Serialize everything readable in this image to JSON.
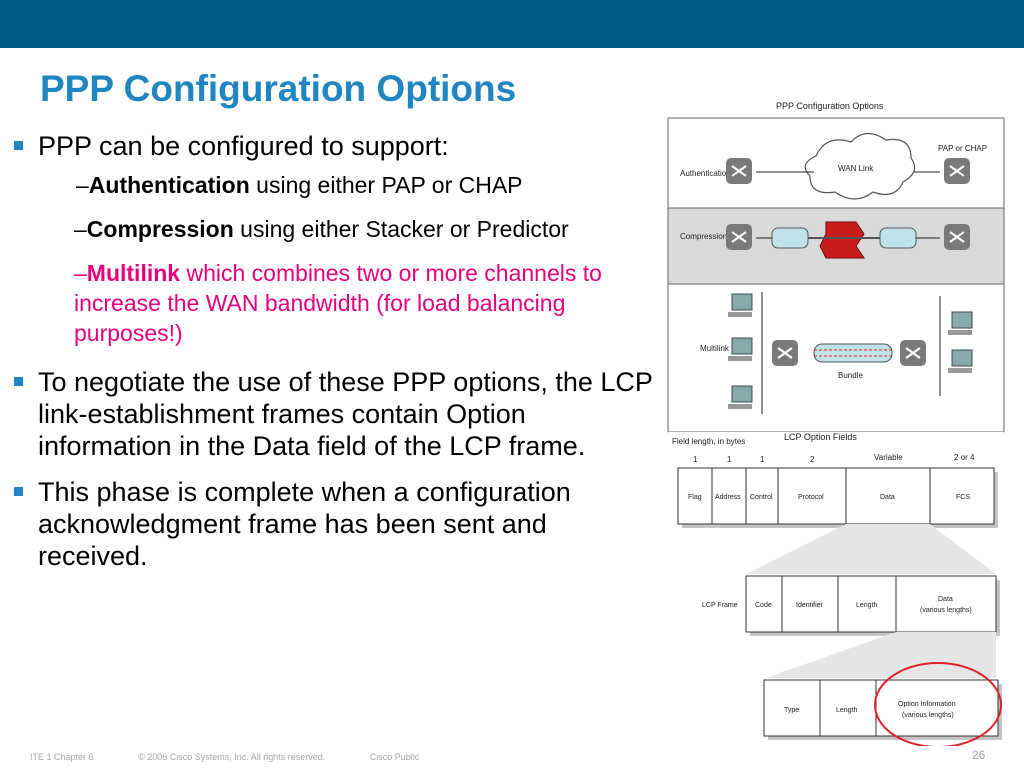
{
  "slide": {
    "title": "PPP Configuration Options",
    "bullets": [
      {
        "text": "PPP can be configured to support:",
        "subs": [
          {
            "dash": "–",
            "bold": "Authentication",
            "rest": " using either PAP or CHAP"
          },
          {
            "dash": "–",
            "bold": "Compression",
            "rest": " using either Stacker or Predictor"
          },
          {
            "dash": "–",
            "bold": "Multilink",
            "rest": " which combines two or more channels to increase the WAN bandwidth (for load balancing purposes!)",
            "color": "#E6007E"
          }
        ]
      },
      {
        "text": "To negotiate the use of these PPP options, the LCP link-establishment frames contain Option information in the Data field of the LCP frame."
      },
      {
        "text": "This phase is complete when a configuration acknowledgment frame has been sent and received."
      }
    ]
  },
  "figure_top": {
    "title": "PPP Configuration Options",
    "rows": [
      {
        "label": "Authentication",
        "link": "WAN Link",
        "protocol": "PAP or CHAP"
      },
      {
        "label": "Compression"
      },
      {
        "label": "Multilink",
        "bundle": "Bundle"
      }
    ]
  },
  "figure_bottom": {
    "title": "LCP Option Fields",
    "field_length_label": "Field length, in bytes",
    "sizes": [
      "1",
      "1",
      "1",
      "2",
      "Variable",
      "2 or 4"
    ],
    "ppp_fields": [
      "Flag",
      "Address",
      "Control",
      "Protocol",
      "Data",
      "FCS"
    ],
    "lcp_label": "LCP Frame",
    "lcp_fields": [
      "Code",
      "Identifier",
      "Length",
      "Data",
      "(various lengths)"
    ],
    "option_fields": [
      "Type",
      "Length",
      "Option Information",
      "(various lengths)"
    ]
  },
  "footer": {
    "course": "ITE 1 Chapter 6",
    "copyright": "© 2006 Cisco Systems, Inc. All rights reserved.",
    "classification": "Cisco Public",
    "page": "26"
  },
  "colors": {
    "header_bar": "#025A87",
    "title": "#1F86C2",
    "highlight": "#E6007E",
    "circle": "#E0202A"
  }
}
